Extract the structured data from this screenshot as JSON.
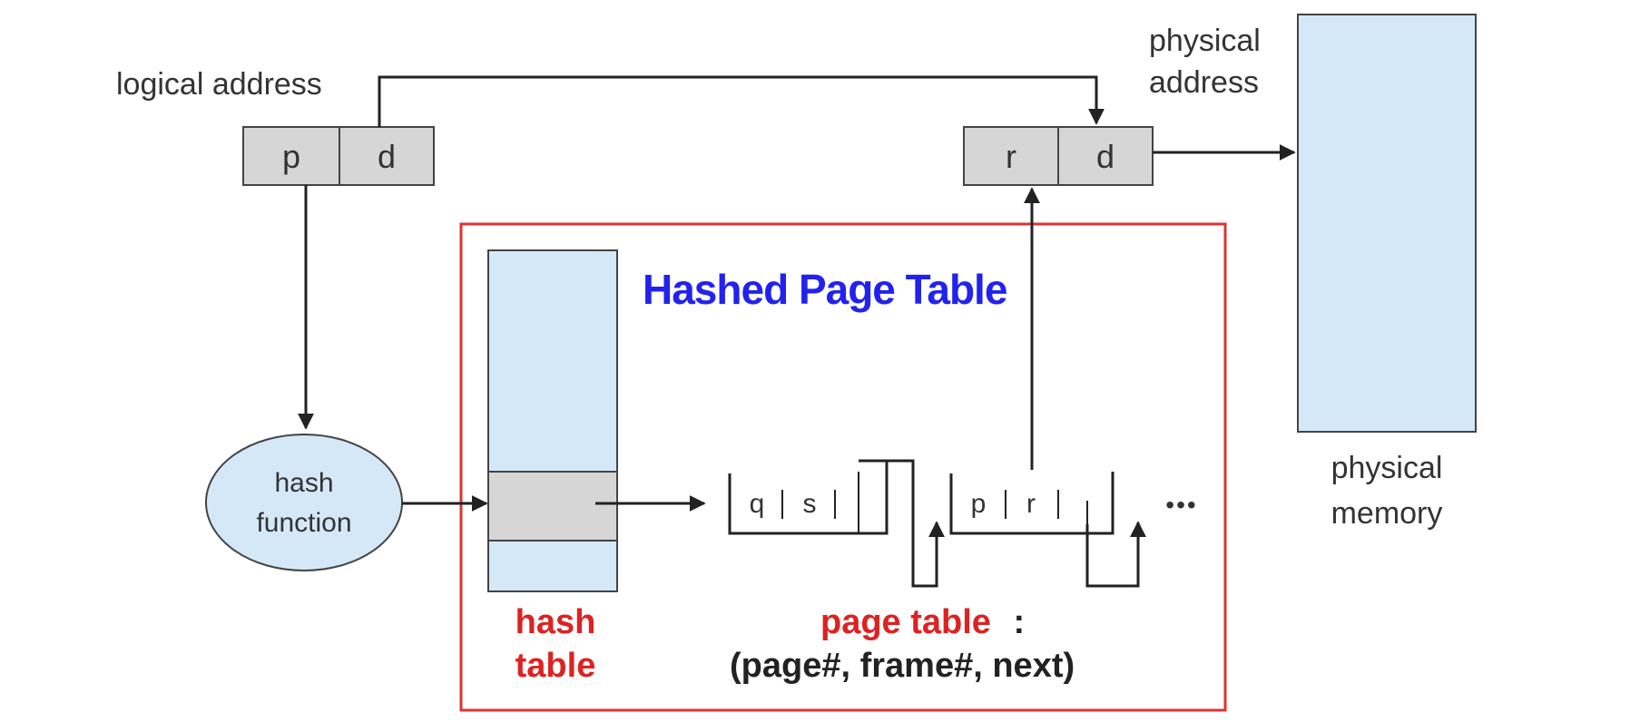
{
  "title": "Hashed Page Table",
  "logical_address": {
    "label": "logical address",
    "p": "p",
    "d": "d"
  },
  "physical_address": {
    "label_line1": "physical",
    "label_line2": "address",
    "r": "r",
    "d": "d"
  },
  "hash_function": {
    "line1": "hash",
    "line2": "function"
  },
  "chain": {
    "entry1": [
      "q",
      "s"
    ],
    "entry2": [
      "p",
      "r"
    ],
    "ellipsis": "•••"
  },
  "physical_memory": {
    "line1": "physical",
    "line2": "memory"
  },
  "hash_table_label": {
    "line1": "hash",
    "line2": "table"
  },
  "page_table_label": {
    "name": "page table",
    "colon": ":",
    "fields": "(page#, frame#, next)"
  },
  "colors": {
    "title": "#2222ee",
    "highlight": "#dd2222",
    "box_fill": "#d4e8f8",
    "cell_fill": "#d6d6d6",
    "frame": "#dd3333"
  }
}
